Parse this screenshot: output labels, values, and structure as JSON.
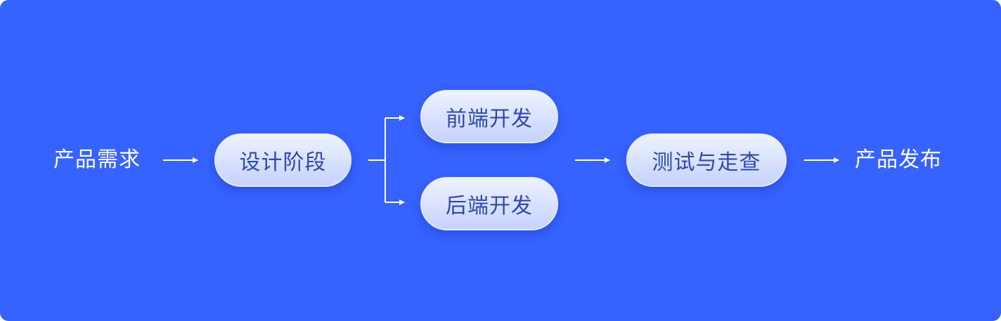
{
  "diagram": {
    "background_color": "#3662FE",
    "pill_text_color": "#2F4AA8",
    "nodes": {
      "requirement": "产品需求",
      "design": "设计阶段",
      "frontend": "前端开发",
      "backend": "后端开发",
      "testing": "测试与走查",
      "release": "产品发布"
    }
  }
}
